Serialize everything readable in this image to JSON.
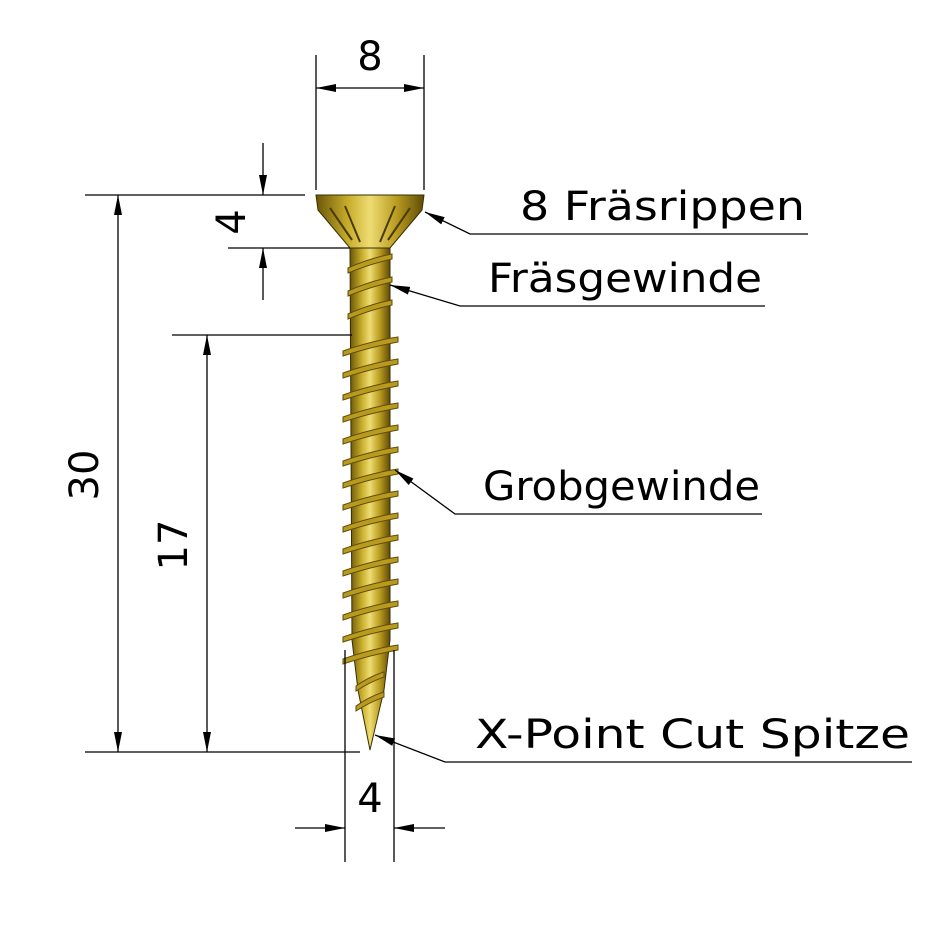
{
  "dimensions": {
    "head_diameter": "8",
    "head_height": "4",
    "total_length": "30",
    "thread_length": "17",
    "thread_diameter": "4"
  },
  "labels": {
    "head_ribs": "8 Fräsrippen",
    "milling_thread": "Fräsgewinde",
    "coarse_thread": "Grobgewinde",
    "tip": "X-Point Cut Spitze"
  },
  "colors": {
    "screw_light": "#e8d56a",
    "screw_mid": "#b89a1e",
    "screw_dark": "#5e4c08"
  }
}
